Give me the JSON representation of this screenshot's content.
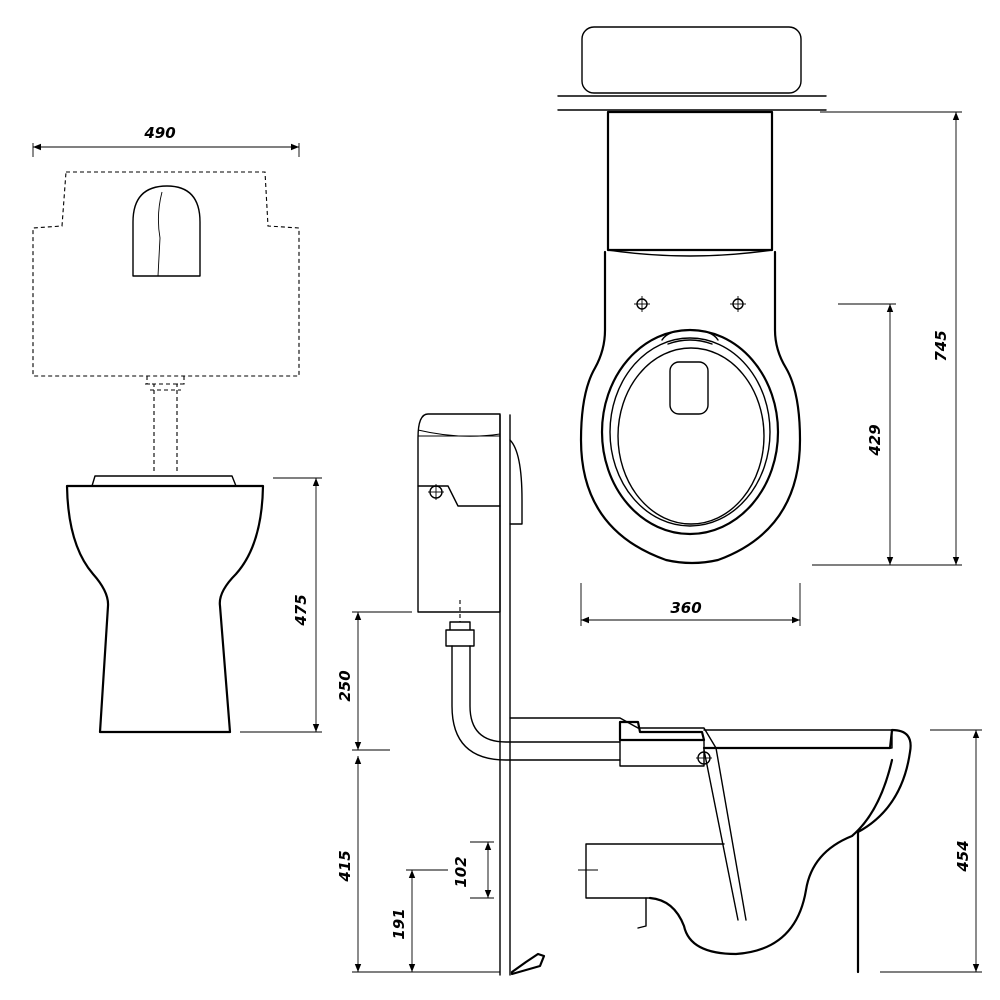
{
  "dimensions": {
    "front_width": "490",
    "front_height": "475",
    "flush_height": "250",
    "wall_height": "415",
    "pan_connector": "102",
    "outlet_height": "191",
    "plan_length": "745",
    "plan_depth": "429",
    "plan_width": "360",
    "side_height": "454"
  }
}
